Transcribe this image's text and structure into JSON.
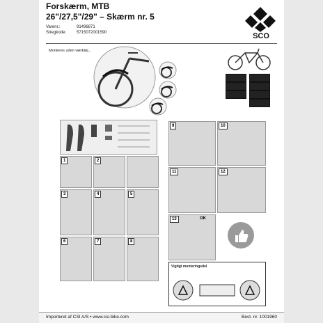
{
  "header": {
    "title_line1": "Forskærm, MTB",
    "title_line2": "26\"/27,5\"/29\" – Skærm nr. 5",
    "varenr_label": "Varenr.:",
    "varenr_value": "91496871",
    "stregkode_label": "Stregkode:",
    "stregkode_value": "5715072001590",
    "logo_text": "SCO"
  },
  "intro": {
    "note": "Monteres uden værktøj..."
  },
  "steps": {
    "labels": [
      "1",
      "2",
      "3",
      "4",
      "5",
      "6",
      "7",
      "8",
      "9",
      "10",
      "11",
      "12",
      "13"
    ],
    "ok_label": "OK",
    "box_title": "Vigtigt monteringsdel"
  },
  "footer": {
    "importer": "Importeret af CSI A/S • www.csi-bike.com",
    "order_number": "Best. nr. 1001960"
  },
  "colors": {
    "panel_bg": "#d8d8d8",
    "ink": "#111111",
    "page_bg": "#e9e9e9"
  }
}
